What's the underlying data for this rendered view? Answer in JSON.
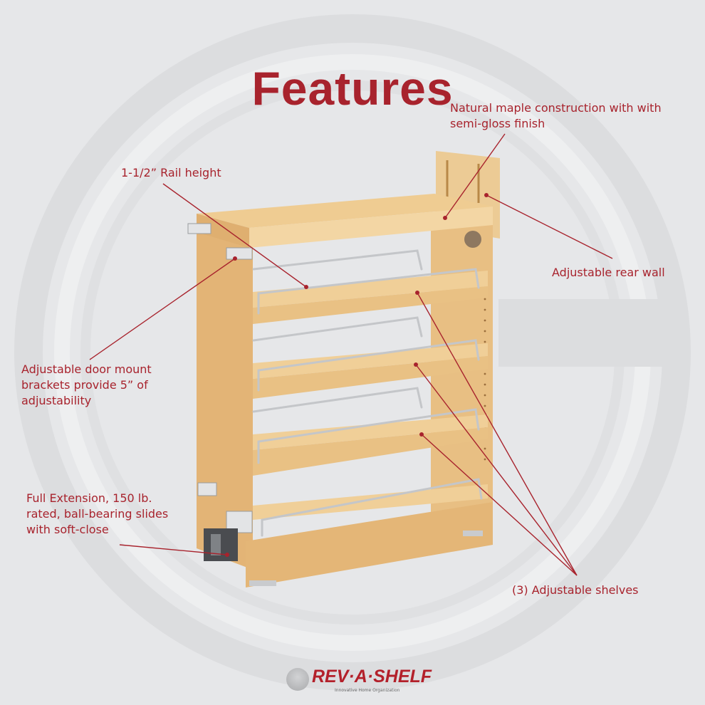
{
  "title": "Features",
  "colors": {
    "background": "#e6e7e9",
    "ring": "#dcdddf",
    "accent_red": "#a8232d",
    "wood_light": "#f0cf98",
    "wood_mid": "#e5b878",
    "wood_dark": "#cf9b5b",
    "chrome": "#c9cbce"
  },
  "callouts": [
    {
      "id": "maple",
      "text_lines": [
        "Natural maple construction with with",
        "semi-gloss finish"
      ]
    },
    {
      "id": "rail",
      "text_lines": [
        "1-1/2” Rail height"
      ]
    },
    {
      "id": "rear-wall",
      "text_lines": [
        "Adjustable rear wall"
      ]
    },
    {
      "id": "door-mount",
      "text_lines": [
        "Adjustable door mount",
        "brackets provide 5” of",
        "adjustability"
      ]
    },
    {
      "id": "slides",
      "text_lines": [
        "Full Extension, 150 lb.",
        "rated, ball-bearing slides",
        "with soft-close"
      ]
    },
    {
      "id": "shelves",
      "text_lines": [
        "(3) Adjustable shelves"
      ]
    }
  ],
  "logo": {
    "name": "REV·A·SHELF",
    "tagline": "Innovative Home Organization"
  }
}
